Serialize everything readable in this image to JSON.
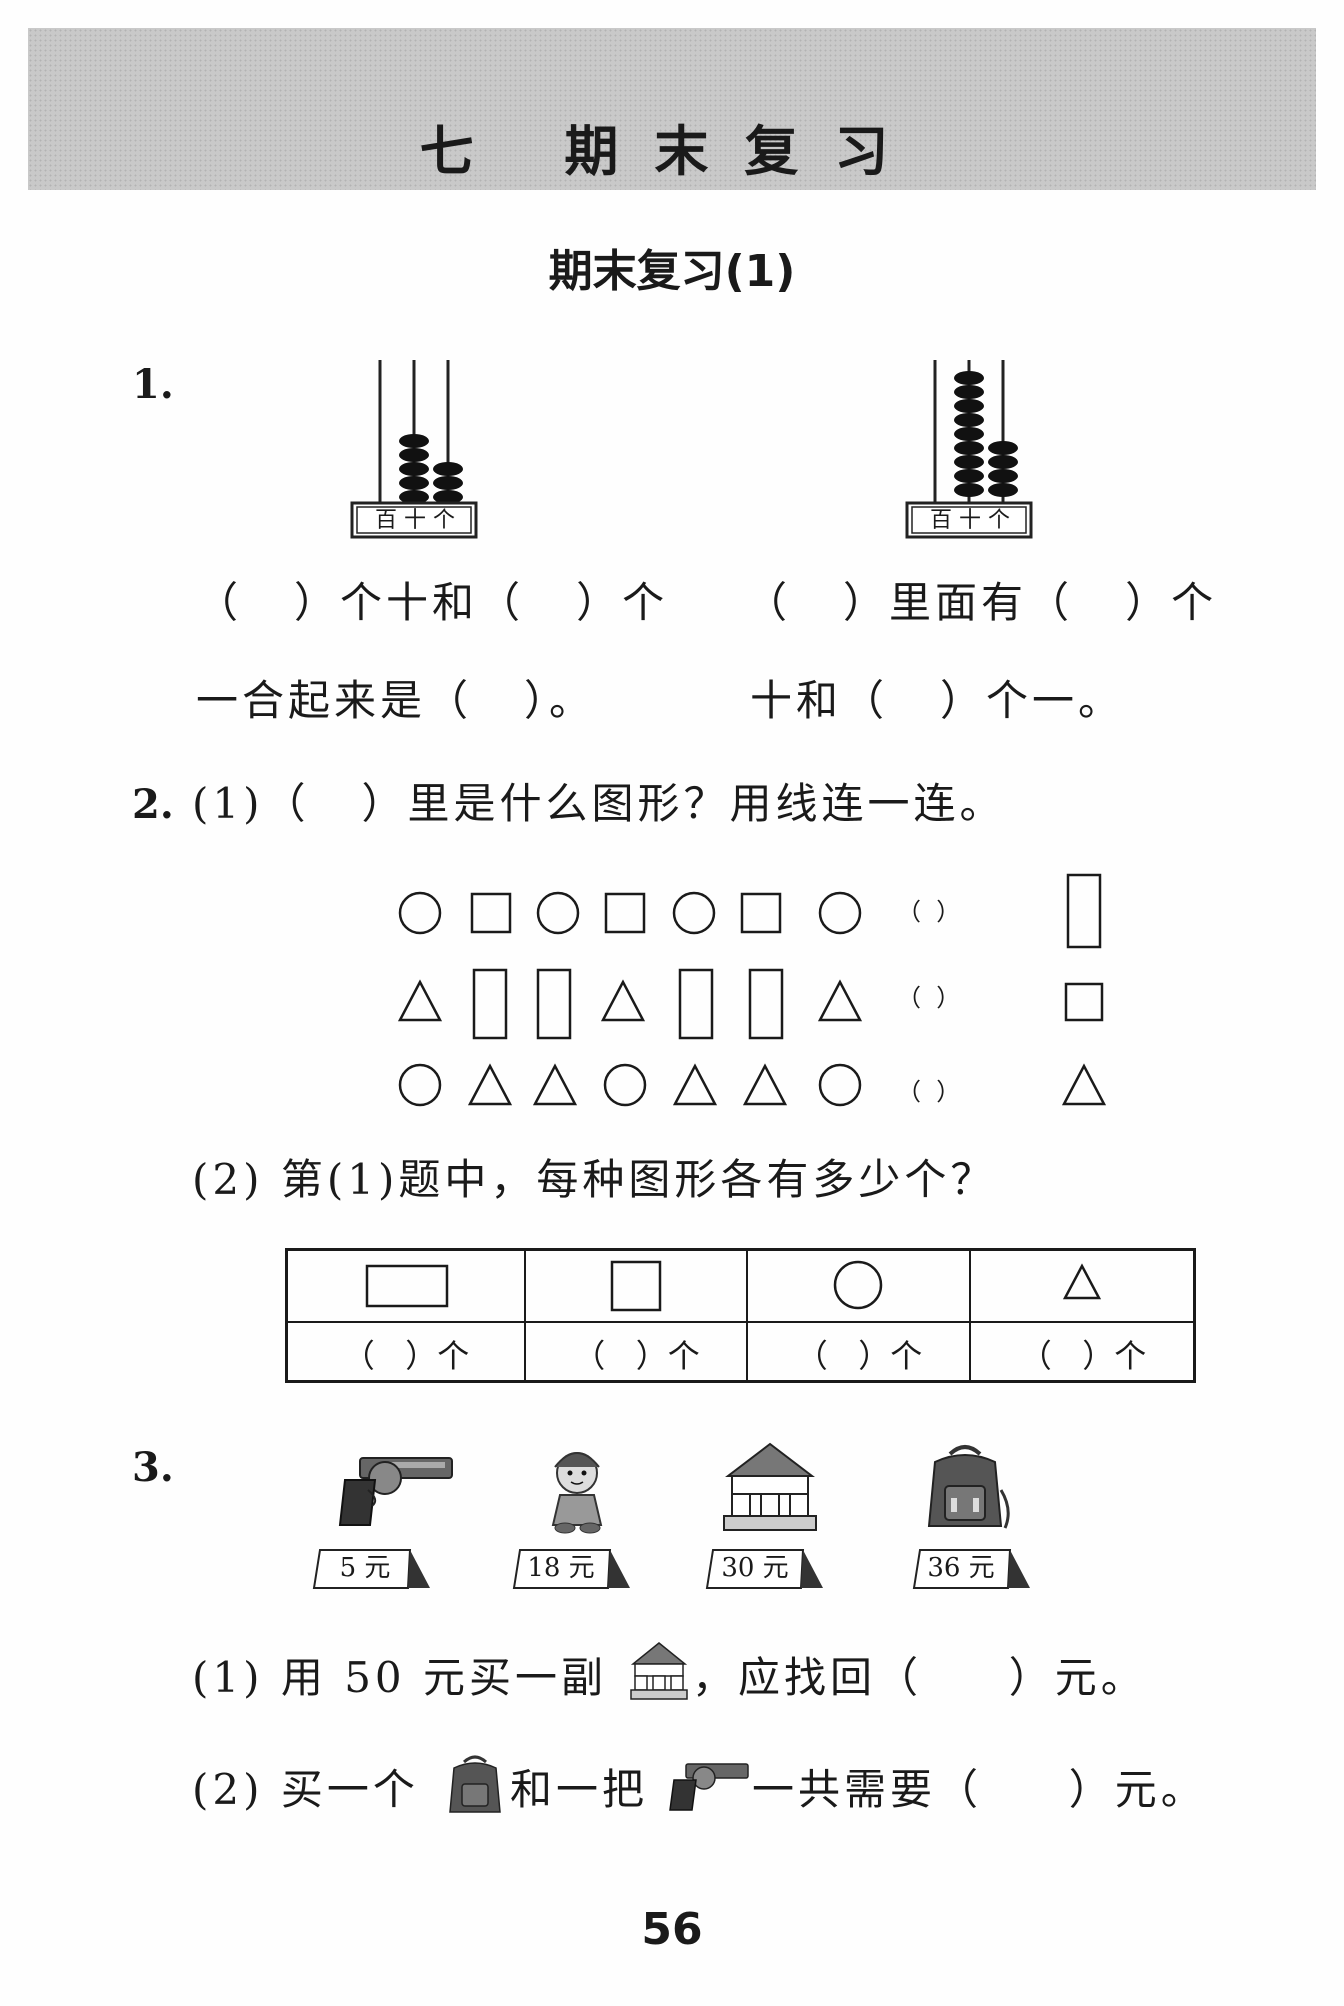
{
  "header": {
    "banner_title": "七 期末复习",
    "section_title": "期末复习(1)"
  },
  "q1": {
    "number": "1.",
    "abacus_label": "百 十 个",
    "left_line1": "（   ）个十和（   ）个",
    "left_line2": "一合起来是（   ）。",
    "right_line1": "（   ）里面有（   ）个",
    "right_line2": "十和（   ）个一。"
  },
  "q2": {
    "number": "2.",
    "part1": "(1)（   ）里是什么图形？用线连一连。",
    "blank": "（  ）",
    "part2": "(2) 第(1)题中，每种图形各有多少个？",
    "count_cell": "（   ）个"
  },
  "q3": {
    "number": "3.",
    "prices": [
      "5 元",
      "18 元",
      "30 元",
      "36 元"
    ],
    "part1_a": "(1) 用 50 元买一副",
    "part1_b": "，应找回（     ）元。",
    "part2_a": "(2) 买一个",
    "part2_b": "和一把",
    "part2_c": "一共需要（     ）元。"
  },
  "footer": {
    "page_number": "56"
  }
}
